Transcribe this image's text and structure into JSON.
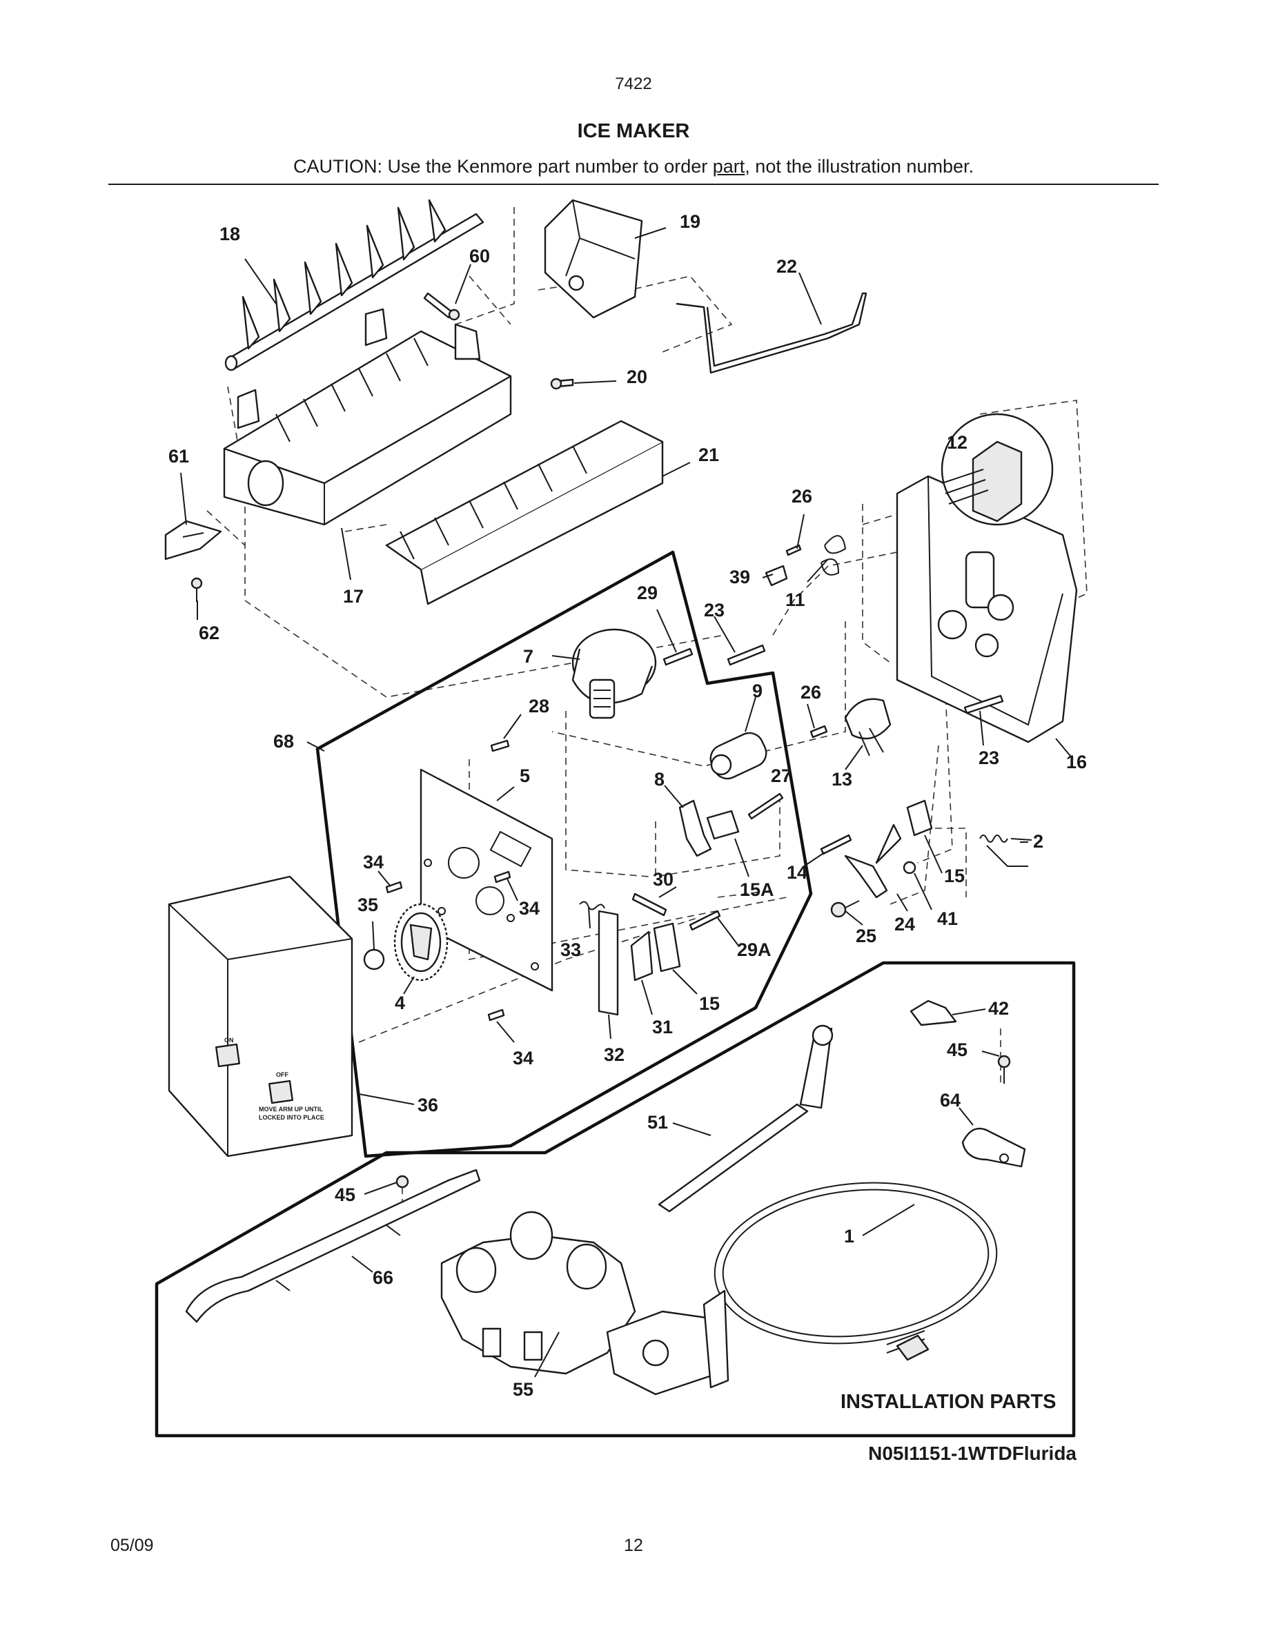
{
  "header": {
    "model_number": "7422",
    "title": "ICE MAKER",
    "caution_prefix": "CAUTION: Use the Kenmore part number to order ",
    "caution_underlined": "part",
    "caution_suffix": ", not the illustration number."
  },
  "callouts": {
    "c18": "18",
    "c60": "60",
    "c19": "19",
    "c22": "22",
    "c20": "20",
    "c21": "21",
    "c61": "61",
    "c17": "17",
    "c62": "62",
    "c12": "12",
    "c26a": "26",
    "c39": "39",
    "c11": "11",
    "c29a": "29",
    "c23a": "23",
    "c7": "7",
    "c9": "9",
    "c26b": "26",
    "c28": "28",
    "c68": "68",
    "c5": "5",
    "c8": "8",
    "c27": "27",
    "c13": "13",
    "c23b": "23",
    "c16": "16",
    "c34a": "34",
    "c35": "35",
    "c34b": "34",
    "c30": "30",
    "c15a_": "15A",
    "c14": "14",
    "c2": "2",
    "c15a": "15",
    "c33": "33",
    "c29b": "29A",
    "c25": "25",
    "c24": "24",
    "c41": "41",
    "c4": "4",
    "c15b": "15",
    "c31": "31",
    "c32": "32",
    "c34c": "34",
    "c42": "42",
    "c45a": "45",
    "c64": "64",
    "c36": "36",
    "c51": "51",
    "c45b": "45",
    "c66": "66",
    "c1": "1",
    "c55": "55"
  },
  "control_box_labels": {
    "on": "ON",
    "off": "OFF",
    "note_line1": "MOVE ARM UP UNTIL",
    "note_line2": "LOCKED INTO PLACE"
  },
  "installation_box_label": "INSTALLATION PARTS",
  "drawing_code": "N05I1151-1WTDFlurida",
  "footer": {
    "date": "05/09",
    "page": "12"
  }
}
